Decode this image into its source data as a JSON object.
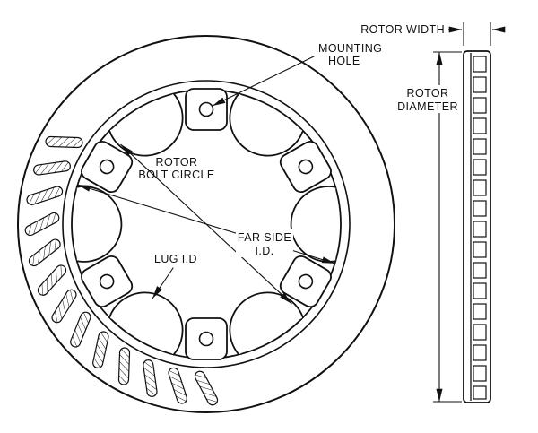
{
  "drawing": {
    "labels": {
      "mounting_hole_1": "MOUNTING",
      "mounting_hole_2": "HOLE",
      "bolt_circle_1": "ROTOR",
      "bolt_circle_2": "BOLT CIRCLE",
      "lug_id": "LUG I.D",
      "far_side_1": "FAR SIDE",
      "far_side_2": "I.D.",
      "rotor_width": "ROTOR WIDTH",
      "rotor_diameter_1": "ROTOR",
      "rotor_diameter_2": "DIAMETER"
    },
    "colors": {
      "ink": "#111111",
      "background": "#ffffff"
    }
  }
}
